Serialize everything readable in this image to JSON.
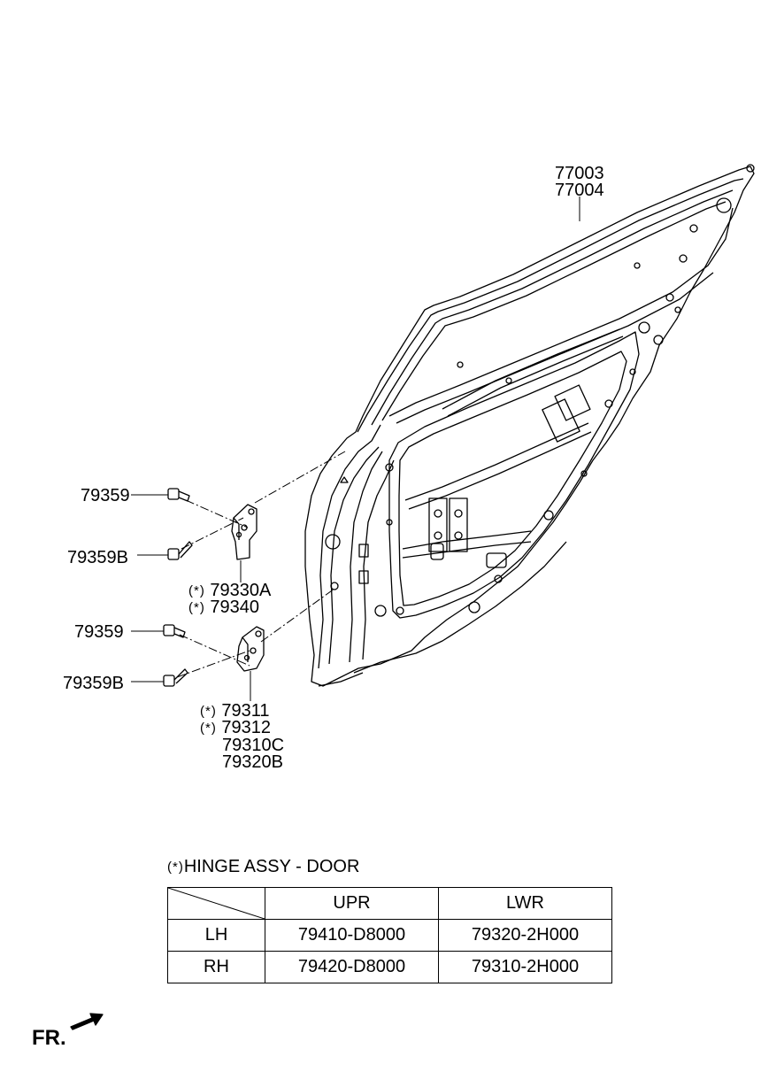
{
  "callouts": {
    "door_panel": [
      "77003",
      "77004"
    ],
    "upper_bolt": "79359",
    "upper_bolt_b": "79359B",
    "upper_hinge": [
      "79330A",
      "79340"
    ],
    "lower_bolt": "79359",
    "lower_bolt_b": "79359B",
    "lower_hinge": [
      "79311",
      "79312",
      "79310C",
      "79320B"
    ],
    "star_marker": "(*)"
  },
  "hinge_table": {
    "title": "HINGE ASSY - DOOR",
    "marker": "(*)",
    "headers": [
      "",
      "UPR",
      "LWR"
    ],
    "rows": [
      {
        "side": "LH",
        "upr": "79410-D8000",
        "lwr": "79320-2H000"
      },
      {
        "side": "RH",
        "upr": "79420-D8000",
        "lwr": "79310-2H000"
      }
    ]
  },
  "direction": {
    "label": "FR.",
    "icon": "front-arrow-icon"
  }
}
